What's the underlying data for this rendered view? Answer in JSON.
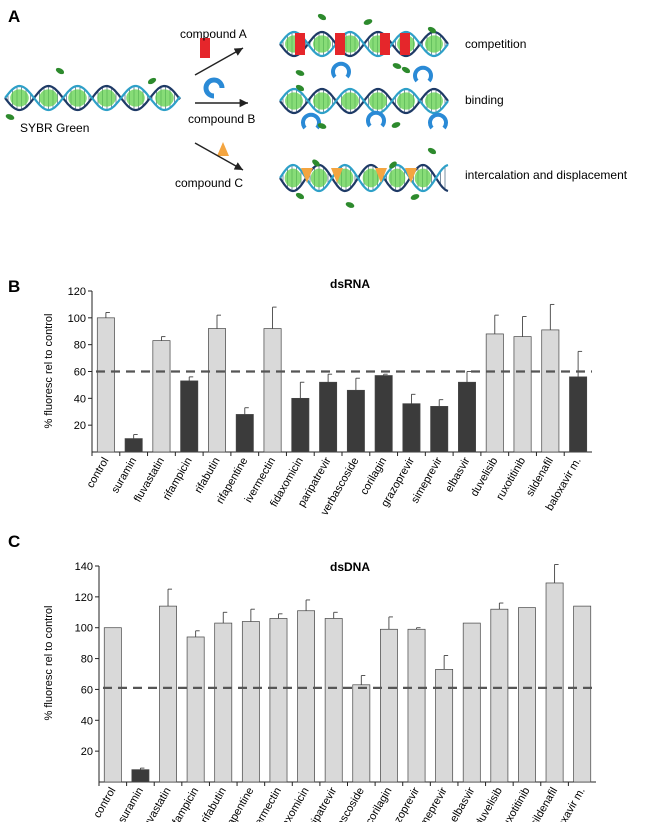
{
  "panel_a": {
    "letter": "A",
    "dye_label": "SYBR Green",
    "compounds": [
      "compound A",
      "compound B",
      "compound C"
    ],
    "outcomes": [
      "competition",
      "binding",
      "intercalation and displacement"
    ]
  },
  "chart_data": [
    {
      "panel": "B",
      "type": "bar",
      "title": "dsRNA",
      "xlabel": "",
      "ylabel": "% fluoresc rel to control",
      "ylim": [
        0,
        120
      ],
      "yticks": [
        20,
        40,
        60,
        80,
        100,
        120
      ],
      "threshold": 60,
      "categories": [
        "control",
        "suramin",
        "fluvastatin",
        "rifampicin",
        "rifabutin",
        "rifapentine",
        "ivermectin",
        "fidaxomicin",
        "paripatrevir",
        "verbascoside",
        "corilagin",
        "grazoprevir",
        "simeprevir",
        "elbasvir",
        "duvelisib",
        "ruxotitinib",
        "sildenafil",
        "baloxavir m."
      ],
      "values": [
        100,
        10,
        83,
        53,
        92,
        28,
        92,
        40,
        52,
        46,
        57,
        36,
        34,
        52,
        88,
        86,
        91,
        56
      ],
      "errors": [
        4,
        3,
        3,
        3,
        10,
        5,
        16,
        12,
        6,
        9,
        1,
        7,
        5,
        8,
        14,
        15,
        19,
        19
      ],
      "colors": [
        "#d9d9d9",
        "#3b3b3b",
        "#d9d9d9",
        "#3b3b3b",
        "#d9d9d9",
        "#3b3b3b",
        "#d9d9d9",
        "#3b3b3b",
        "#3b3b3b",
        "#3b3b3b",
        "#3b3b3b",
        "#3b3b3b",
        "#3b3b3b",
        "#3b3b3b",
        "#d9d9d9",
        "#d9d9d9",
        "#d9d9d9",
        "#3b3b3b"
      ]
    },
    {
      "panel": "C",
      "type": "bar",
      "title": "dsDNA",
      "xlabel": "",
      "ylabel": "% fluoresc rel to control",
      "ylim": [
        0,
        140
      ],
      "yticks": [
        20,
        40,
        60,
        80,
        100,
        120,
        140
      ],
      "threshold": 61,
      "categories": [
        "control",
        "suramin",
        "fluvastatin",
        "rifampicin",
        "rifabutin",
        "rifapentine",
        "ivermectin",
        "fidaxomicin",
        "paripatrevir",
        "verbascoside",
        "corilagin",
        "grazoprevir",
        "simeprevir",
        "elbasvir",
        "duvelisib",
        "ruxotitinib",
        "sildenafil",
        "baloxavir m."
      ],
      "values": [
        100,
        8,
        114,
        94,
        103,
        104,
        106,
        111,
        106,
        63,
        99,
        99,
        73,
        103,
        112,
        113,
        129,
        114
      ],
      "errors": [
        0,
        1,
        11,
        4,
        7,
        8,
        3,
        7,
        4,
        6,
        8,
        1,
        9,
        0,
        4,
        0,
        12,
        0
      ],
      "colors": [
        "#d9d9d9",
        "#3b3b3b",
        "#d9d9d9",
        "#d9d9d9",
        "#d9d9d9",
        "#d9d9d9",
        "#d9d9d9",
        "#d9d9d9",
        "#d9d9d9",
        "#d9d9d9",
        "#d9d9d9",
        "#d9d9d9",
        "#d9d9d9",
        "#d9d9d9",
        "#d9d9d9",
        "#d9d9d9",
        "#d9d9d9",
        "#d9d9d9"
      ]
    }
  ]
}
